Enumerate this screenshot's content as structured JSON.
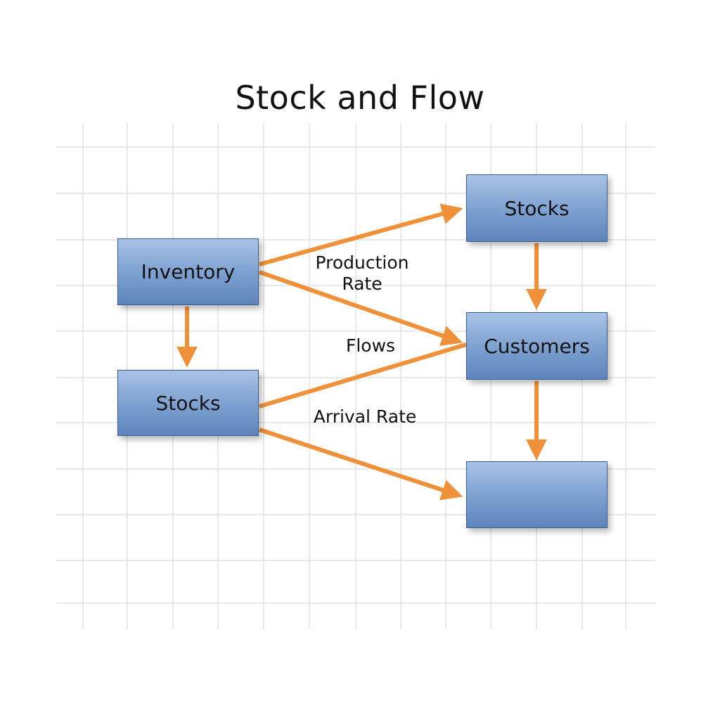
{
  "diagram": {
    "title": "Stock and Flow",
    "nodes": {
      "inventory": "Inventory",
      "stocks_left": "Stocks",
      "stocks_right": "Stocks",
      "customers": "Customers",
      "empty": ""
    },
    "flow_labels": {
      "production_line1": "Production",
      "production_line2": "Rate",
      "flows": "Flows",
      "arrival": "Arrival Rate"
    },
    "colors": {
      "arrow": "#f0913a",
      "box_top": "#a9c3e6",
      "box_bottom": "#5d84bc",
      "box_border": "#3e5d8c",
      "grid": "#e2e2e2"
    }
  }
}
